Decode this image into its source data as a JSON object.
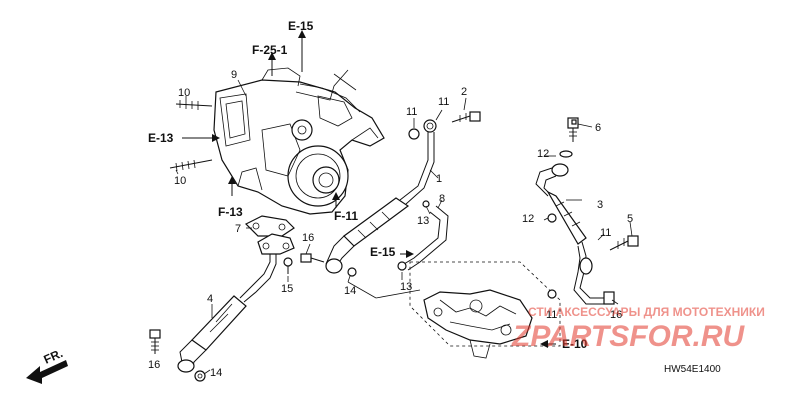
{
  "part_numbers": {
    "p1": "1",
    "p2": "2",
    "p3": "3",
    "p4": "4",
    "p5": "5",
    "p6": "6",
    "p7": "7",
    "p8": "8",
    "p9": "9",
    "p10a": "10",
    "p10b": "10",
    "p11a": "11",
    "p11b": "11",
    "p11c": "11",
    "p11d": "11",
    "p12a": "12",
    "p12b": "12",
    "p13a": "13",
    "p13b": "13",
    "p14a": "14",
    "p14b": "14",
    "p15": "15",
    "p16a": "16",
    "p16b": "16",
    "p16c": "16"
  },
  "references": {
    "e15_top": "E-15",
    "f25_1": "F-25-1",
    "e13": "E-13",
    "f13": "F-13",
    "f11": "F-11",
    "e15_mid": "E-15",
    "e10": "E-10"
  },
  "front_indicator": "FR.",
  "diagram_code": "HW54E1400",
  "watermark": {
    "line1": "СТИ АКСЕССУАРЫ ДЛЯ МОТОТЕХНИКИ",
    "line2": "ZPARTSFOR.RU"
  }
}
